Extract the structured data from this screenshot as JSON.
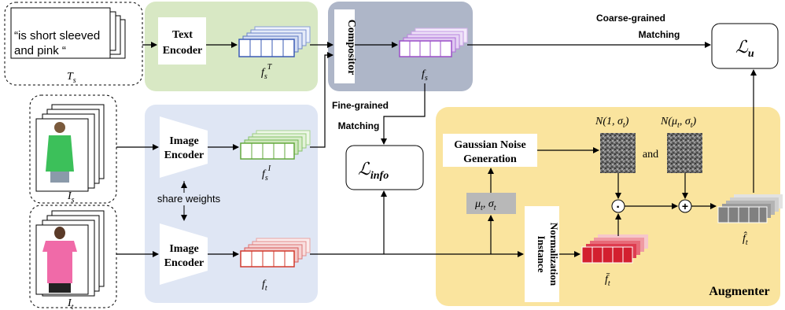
{
  "text_query": {
    "line1": "“is short sleeved",
    "line2": "and pink “"
  },
  "labels": {
    "T_s": "T",
    "T_s_sub": "s",
    "I_s": "I",
    "I_s_sub": "s",
    "I_t": "I",
    "I_t_sub": "t",
    "f_s_T": "f",
    "f_s_T_sub": "s",
    "f_s_T_sup": "T",
    "f_s_I": "f",
    "f_s_I_sub": "s",
    "f_s_I_sup": "I",
    "f_s": "f",
    "f_s_sub": "s",
    "f_t": "f",
    "f_t_sub": "t",
    "f_t_bar": "f̄",
    "f_t_bar_sub": "t",
    "f_t_hat": "f̂",
    "f_t_hat_sub": "t"
  },
  "blocks": {
    "text_encoder_1": "Text",
    "text_encoder_2": "Encoder",
    "image_encoder_1": "Image",
    "image_encoder_2": "Encoder",
    "compositor": "Compositor",
    "instance_norm_1": "Instance",
    "instance_norm_2": "Normalization",
    "gaussian_1": "Gaussian Noise",
    "gaussian_2": "Generation",
    "augmenter": "Augmenter"
  },
  "annotations": {
    "coarse_1": "Coarse-grained",
    "coarse_2": "Matching",
    "fine_1": "Fine-grained",
    "fine_2": "Matching",
    "share_weights": "share weights",
    "and": "and",
    "odot": "·",
    "oplus": "+"
  },
  "loss": {
    "L": "ℒ",
    "u_sub": "u",
    "info_sub": "info"
  },
  "stats": {
    "mu": "μ",
    "mu_sub": "t",
    "sigma": "σ",
    "sigma_sub": "t",
    "noise1": "N(1, σ",
    "noise1_sub": "t",
    "noise2": "N(μ",
    "noise2_mid": "t",
    "noise2_rest": ", σ",
    "noise2_sub": "t"
  },
  "colors": {
    "green_panel": "#d8e8c4",
    "blue_panel": "#dfe6f4",
    "gray_panel": "#aeb6c8",
    "yellow_panel": "#fae49e",
    "blue_feat": "#3b5bb5",
    "green_feat": "#63a83c",
    "purple_feat": "#9b4fc8",
    "red_feat": "#d23a2e"
  }
}
